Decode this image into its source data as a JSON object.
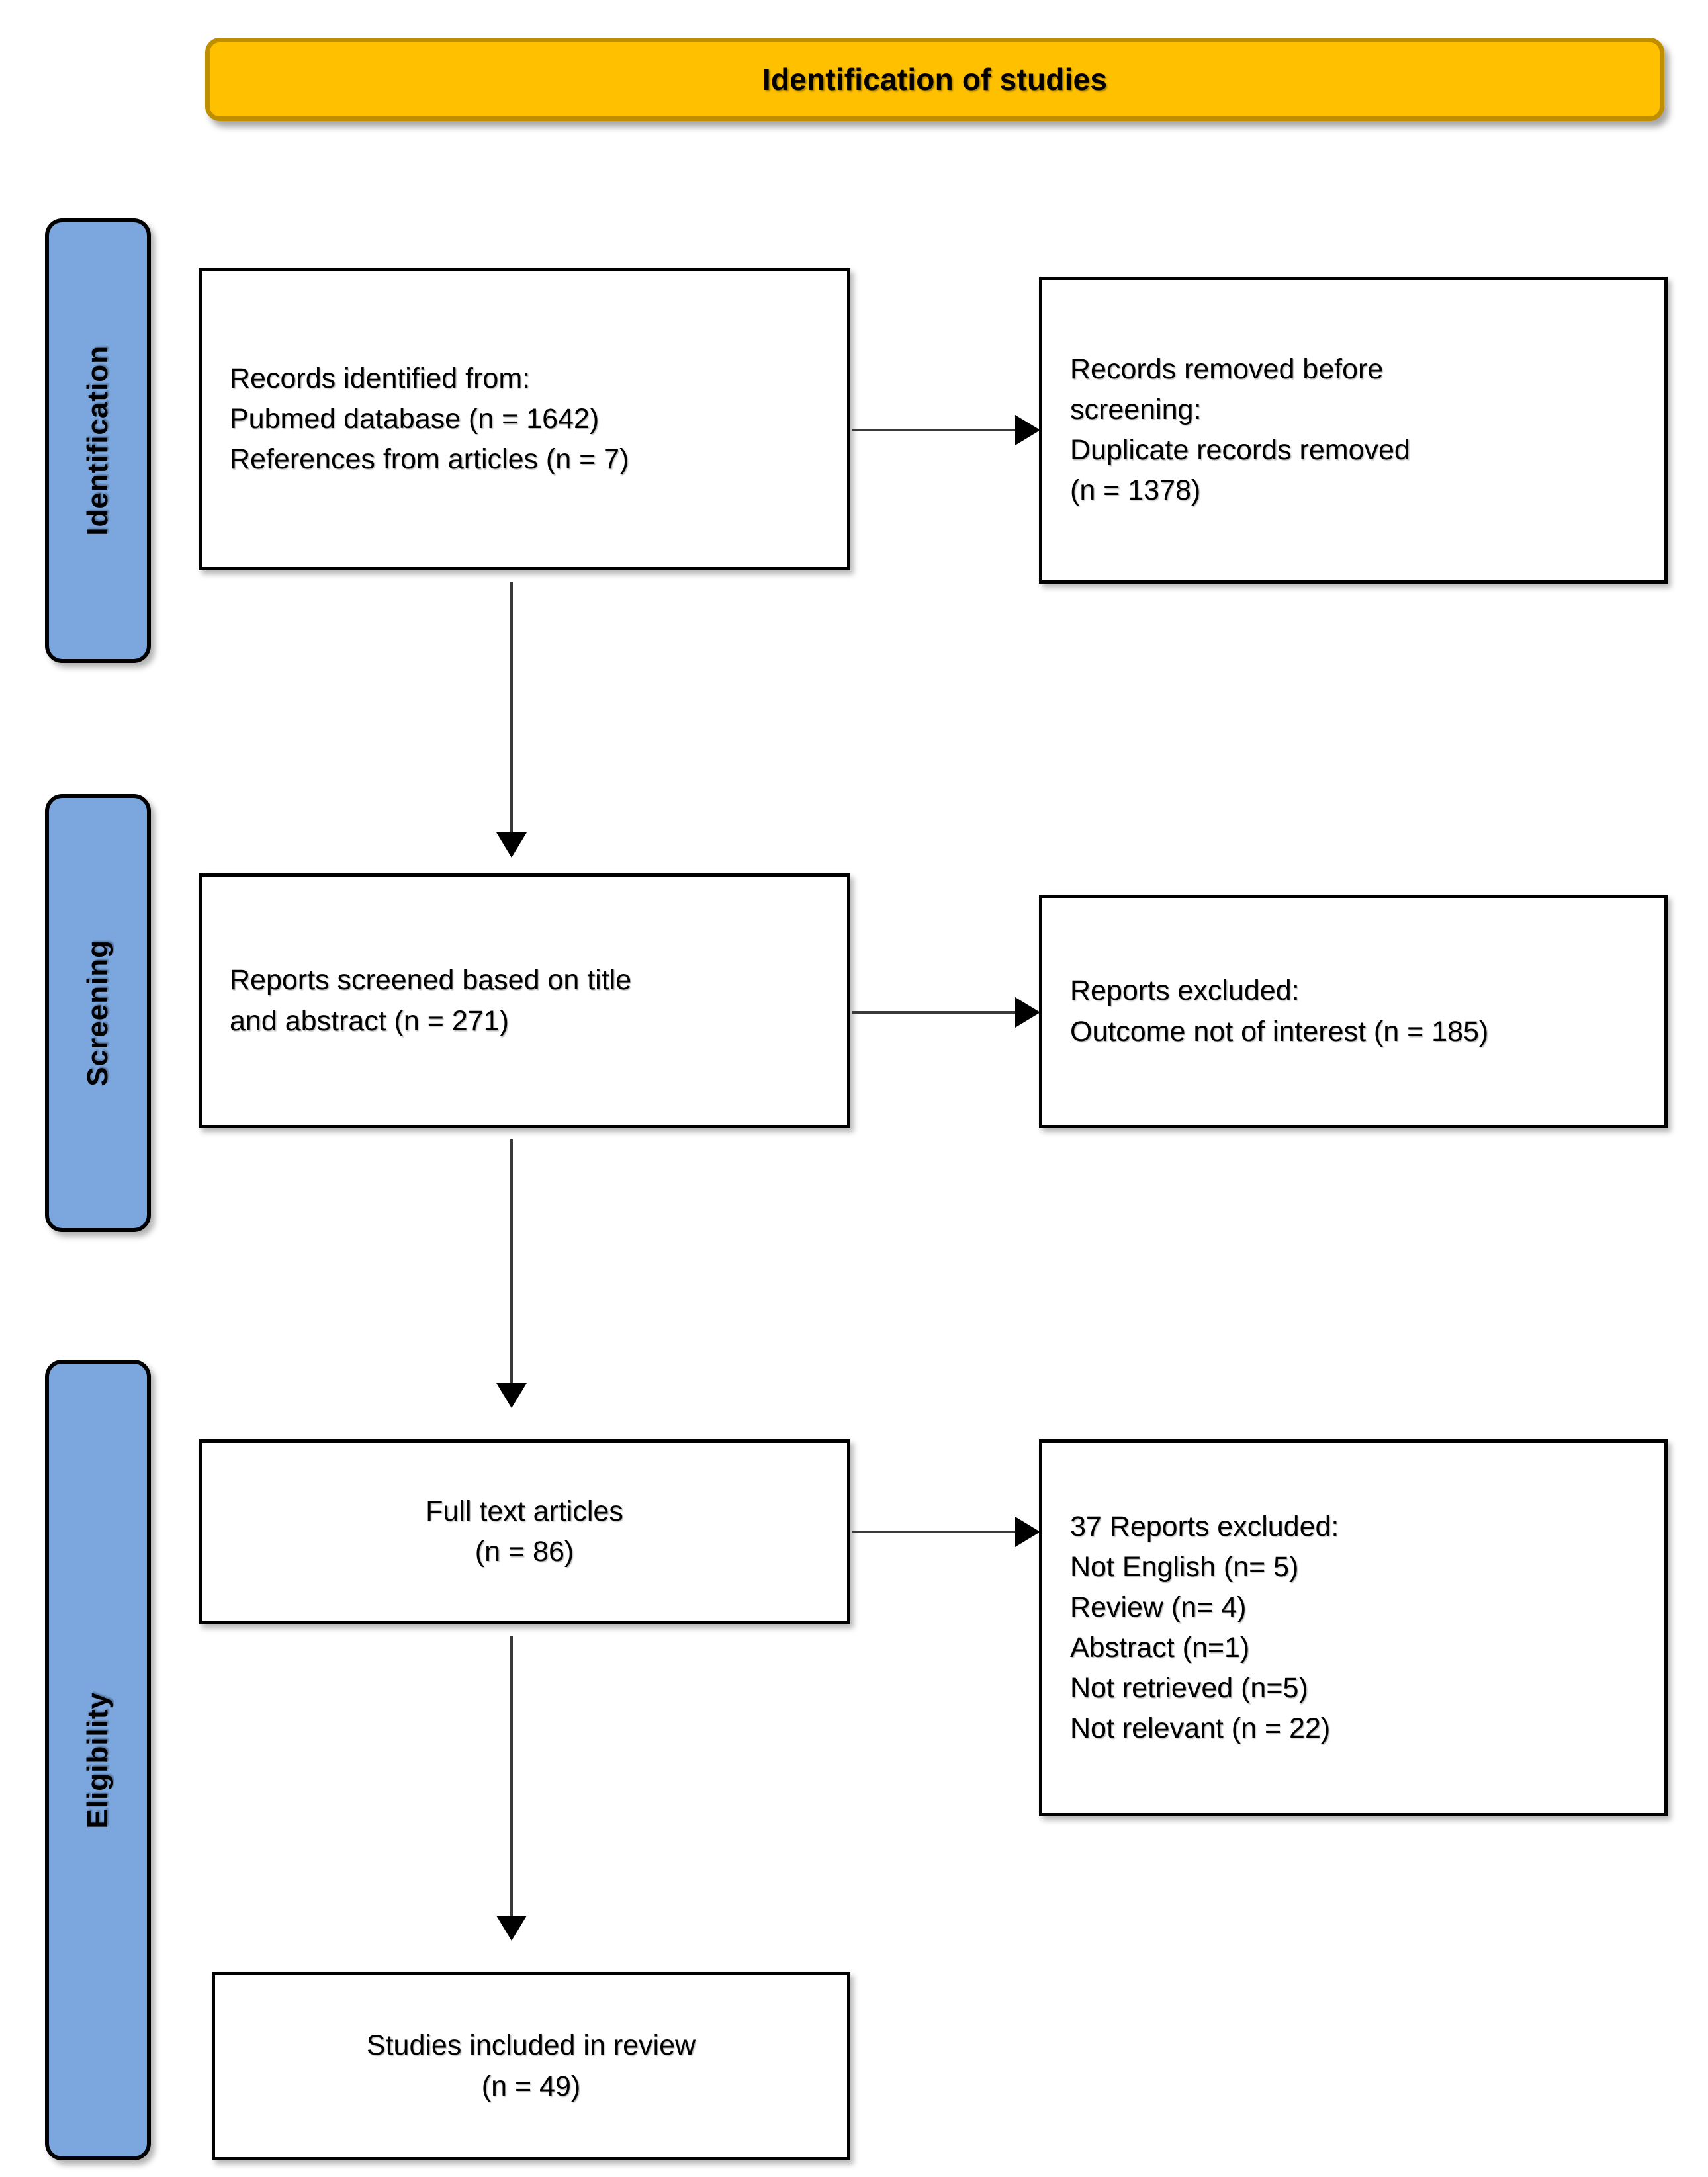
{
  "header": {
    "title": "Identification of studies",
    "fill_color": "#FFC000",
    "border_color": "#BF8F00"
  },
  "stages": [
    {
      "label": "Identification",
      "fill_color": "#7BA7DE"
    },
    {
      "label": "Screening",
      "fill_color": "#7BA7DE"
    },
    {
      "label": "Eligibility",
      "fill_color": "#7BA7DE"
    }
  ],
  "boxes": {
    "records_identified": {
      "lines": [
        "Records identified from:",
        "Pubmed database (n = 1642)",
        "References from articles (n = 7)"
      ]
    },
    "records_removed": {
      "lines": [
        "Records removed before",
        "screening:",
        "Duplicate records removed",
        "(n = 1378)"
      ]
    },
    "reports_screened": {
      "lines": [
        "Reports screened based on title",
        "and abstract (n = 271)"
      ]
    },
    "reports_excluded": {
      "lines": [
        "Reports excluded:",
        "Outcome not of interest (n = 185)"
      ]
    },
    "full_text_articles": {
      "lines": [
        "Full text articles",
        "(n = 86)"
      ]
    },
    "reports_excluded_full_text": {
      "lines": [
        "37 Reports excluded:",
        "Not English (n= 5)",
        "Review (n= 4)",
        "Abstract (n=1)",
        "Not retrieved (n=5)",
        "Not relevant (n = 22)"
      ]
    },
    "studies_included": {
      "lines": [
        "Studies included in review",
        "(n = 49)"
      ]
    }
  },
  "chart_data": {
    "type": "diagram",
    "title": "Identification of studies",
    "diagram_kind": "PRISMA flow diagram",
    "stages": [
      "Identification",
      "Screening",
      "Eligibility"
    ],
    "nodes": [
      {
        "id": "records_identified",
        "stage": "Identification",
        "label": "Records identified from: Pubmed database (n = 1642) References from articles (n = 7)",
        "counts": {
          "Pubmed database": 1642,
          "References from articles": 7
        }
      },
      {
        "id": "records_removed",
        "stage": "Identification",
        "label": "Records removed before screening: Duplicate records removed (n = 1378)",
        "counts": {
          "Duplicate records removed": 1378
        }
      },
      {
        "id": "reports_screened",
        "stage": "Screening",
        "label": "Reports screened based on title and abstract (n = 271)",
        "counts": {
          "screened": 271
        }
      },
      {
        "id": "reports_excluded",
        "stage": "Screening",
        "label": "Reports excluded: Outcome not of interest (n = 185)",
        "counts": {
          "Outcome not of interest": 185
        }
      },
      {
        "id": "full_text_articles",
        "stage": "Eligibility",
        "label": "Full text articles (n = 86)",
        "counts": {
          "full text": 86
        }
      },
      {
        "id": "reports_excluded_full_text",
        "stage": "Eligibility",
        "label": "37 Reports excluded",
        "counts": {
          "total excluded": 37,
          "Not English": 5,
          "Review": 4,
          "Abstract": 1,
          "Not retrieved": 5,
          "Not relevant": 22
        }
      },
      {
        "id": "studies_included",
        "stage": "Eligibility",
        "label": "Studies included in review (n = 49)",
        "counts": {
          "included": 49
        }
      }
    ],
    "edges": [
      {
        "from": "records_identified",
        "to": "records_removed",
        "direction": "right"
      },
      {
        "from": "records_identified",
        "to": "reports_screened",
        "direction": "down"
      },
      {
        "from": "reports_screened",
        "to": "reports_excluded",
        "direction": "right"
      },
      {
        "from": "reports_screened",
        "to": "full_text_articles",
        "direction": "down"
      },
      {
        "from": "full_text_articles",
        "to": "reports_excluded_full_text",
        "direction": "right"
      },
      {
        "from": "full_text_articles",
        "to": "studies_included",
        "direction": "down"
      }
    ]
  }
}
